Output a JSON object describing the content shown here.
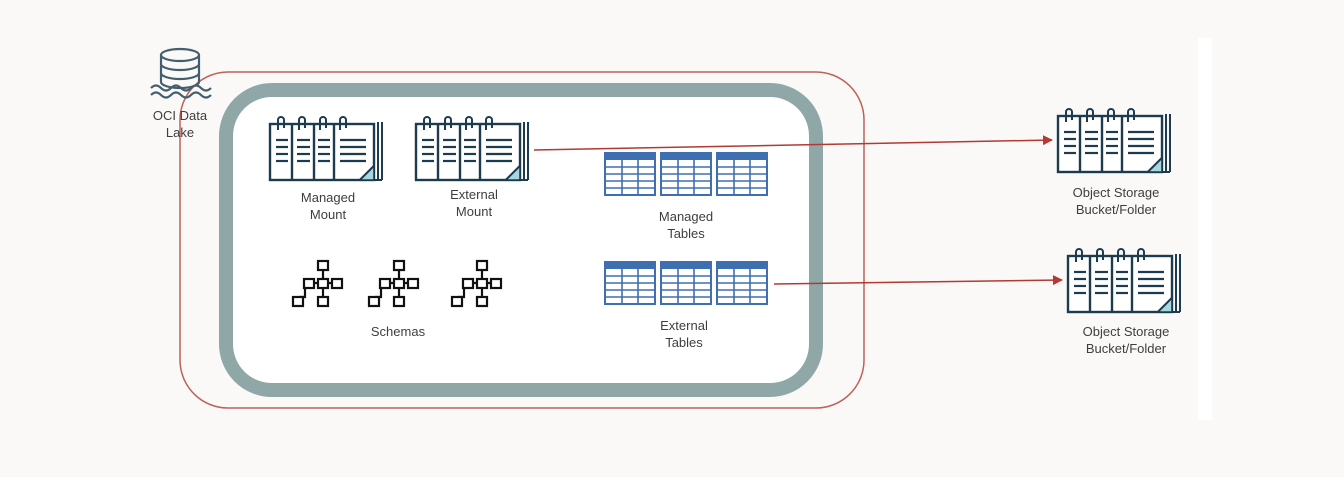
{
  "diagram": {
    "title_node": {
      "label_line1": "OCI Data",
      "label_line2": "Lake",
      "icon": "data-lake-icon"
    },
    "inner": {
      "managed_mount": {
        "label_line1": "Managed",
        "label_line2": "Mount",
        "icon": "mount-folder-icon"
      },
      "external_mount": {
        "label_line1": "External",
        "label_line2": "Mount",
        "icon": "mount-folder-icon"
      },
      "managed_tables": {
        "label_line1": "Managed",
        "label_line2": "Tables",
        "icon": "table-icon",
        "count": 3
      },
      "schemas": {
        "label": "Schemas",
        "icon": "schema-icon",
        "count": 3
      },
      "external_tables": {
        "label_line1": "External",
        "label_line2": "Tables",
        "icon": "table-icon",
        "count": 3
      }
    },
    "targets": [
      {
        "label_line1": "Object Storage",
        "label_line2": "Bucket/Folder",
        "icon": "bucket-folder-icon"
      },
      {
        "label_line1": "Object Storage",
        "label_line2": "Bucket/Folder",
        "icon": "bucket-folder-icon"
      }
    ],
    "connections": [
      {
        "from": "External Mount",
        "to": "Object Storage Bucket/Folder (top)"
      },
      {
        "from": "External Tables",
        "to": "Object Storage Bucket/Folder (bottom)"
      }
    ],
    "colors": {
      "outer_border": "#c0615a",
      "inner_ring": "#8fa7a7",
      "icon_stroke": "#1d3b4f",
      "icon_accent": "#a7d7dc",
      "table_header": "#3e6fb0",
      "arrow": "#b23a32"
    }
  }
}
